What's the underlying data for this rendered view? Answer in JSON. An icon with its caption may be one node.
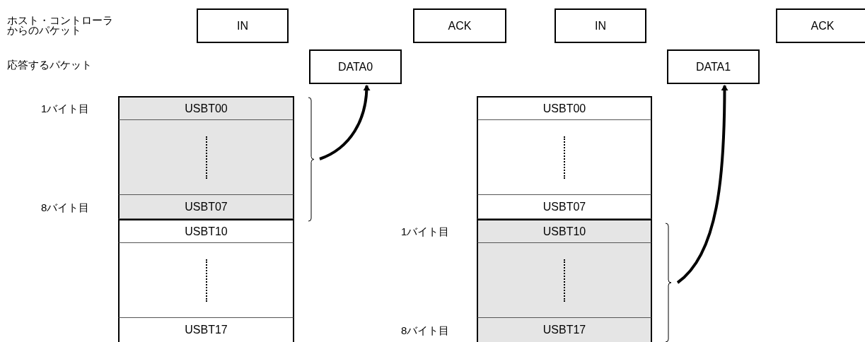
{
  "diagram": {
    "nodes": [
      {
        "text": [
          "IN"
        ]
      },
      {
        "text": [
          "ACK"
        ]
      },
      {
        "text": [
          "IN"
        ]
      },
      {
        "text": [
          "ACK"
        ]
      },
      {
        "text": [
          "DATA0"
        ]
      },
      {
        "text": [
          "DATA1"
        ]
      },
      {
        "text": [
          "USBT00"
        ]
      },
      {
        "text": [],
        "shape": "box"
      },
      {
        "text": [
          "USBT07"
        ]
      },
      {
        "text": [
          "USBT10"
        ]
      },
      {
        "text": [],
        "shape": "box"
      },
      {
        "text": [
          "USBT17"
        ]
      },
      {
        "text": [
          "USBT00"
        ]
      },
      {
        "text": [],
        "shape": "box"
      },
      {
        "text": [
          "USBT07"
        ]
      },
      {
        "text": [
          "USBT10"
        ]
      },
      {
        "text": [],
        "shape": "box"
      },
      {
        "text": [
          "USBT17"
        ]
      }
    ],
    "edges": [
      {
        "from": null,
        "to": 4,
        "arrow": "to"
      },
      {
        "from": null,
        "to": 5,
        "arrow": "to"
      }
    ],
    "labels": [
      "ホスト・コントローラからのパケット",
      "応答するパケット",
      "1バイト目",
      "8バイト目",
      "1バイト目",
      "8バイト目"
    ]
  }
}
